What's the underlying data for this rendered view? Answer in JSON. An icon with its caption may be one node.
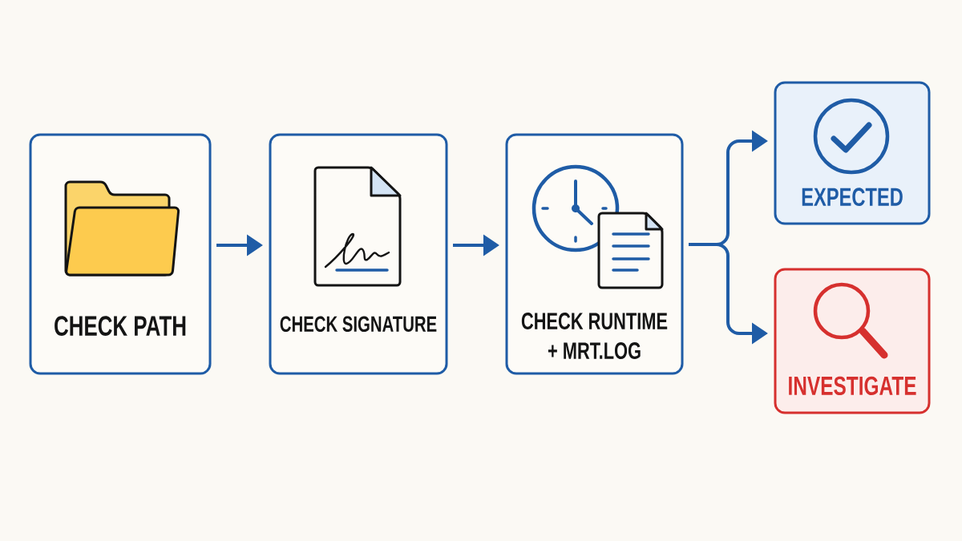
{
  "diagram": {
    "nodes": [
      {
        "text": [
          "CHECK PATH"
        ]
      },
      {
        "text": [
          "CHECK SIGNATURE"
        ]
      },
      {
        "text": [
          "CHECK RUNTIME + MRT.LOG"
        ]
      },
      {
        "text": [
          "EXPECTED"
        ]
      },
      {
        "text": [
          "INVESTIGATE"
        ]
      }
    ],
    "edges": [
      {
        "from": 0,
        "to": 1,
        "arrow": "to"
      },
      {
        "from": 1,
        "to": 2,
        "arrow": "to"
      },
      {
        "from": 2,
        "to": 3,
        "arrow": "to"
      },
      {
        "from": 2,
        "to": 4,
        "arrow": "to"
      }
    ]
  }
}
